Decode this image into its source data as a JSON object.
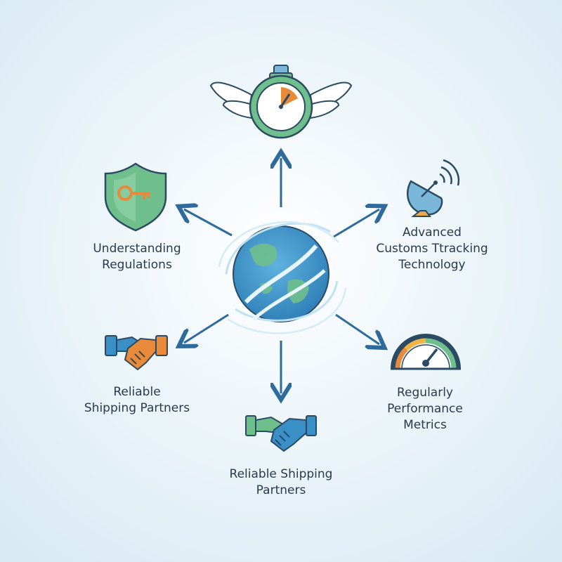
{
  "nodes": {
    "top": {
      "label_lines": []
    },
    "upper_left": {
      "label_lines": [
        "Understanding",
        "Regulations"
      ]
    },
    "upper_right": {
      "label_lines": [
        "Advanced",
        "Customs Ttracking",
        "Technology"
      ]
    },
    "lower_left": {
      "label_lines": [
        "Reliable",
        "Shipping Partners"
      ]
    },
    "lower_right": {
      "label_lines": [
        "Regularly",
        "Performance",
        "Metrics"
      ]
    },
    "bottom": {
      "label_lines": [
        "Reliable Shipping",
        "Partners"
      ]
    }
  },
  "icons": {
    "top": "winged-stopwatch-icon",
    "upper_left": "shield-key-icon",
    "upper_right": "satellite-dish-icon",
    "lower_left": "handshake-icon",
    "lower_right": "speedometer-gauge-icon",
    "bottom": "handshake-icon",
    "center": "globe-icon"
  },
  "colors": {
    "arrow": "#2f6a9c",
    "globe_blue": "#3a8fc6",
    "globe_green": "#6fbf8c",
    "shield_green": "#6fbf8c",
    "accent_orange": "#e98a3a",
    "outline": "#2b4a63"
  }
}
